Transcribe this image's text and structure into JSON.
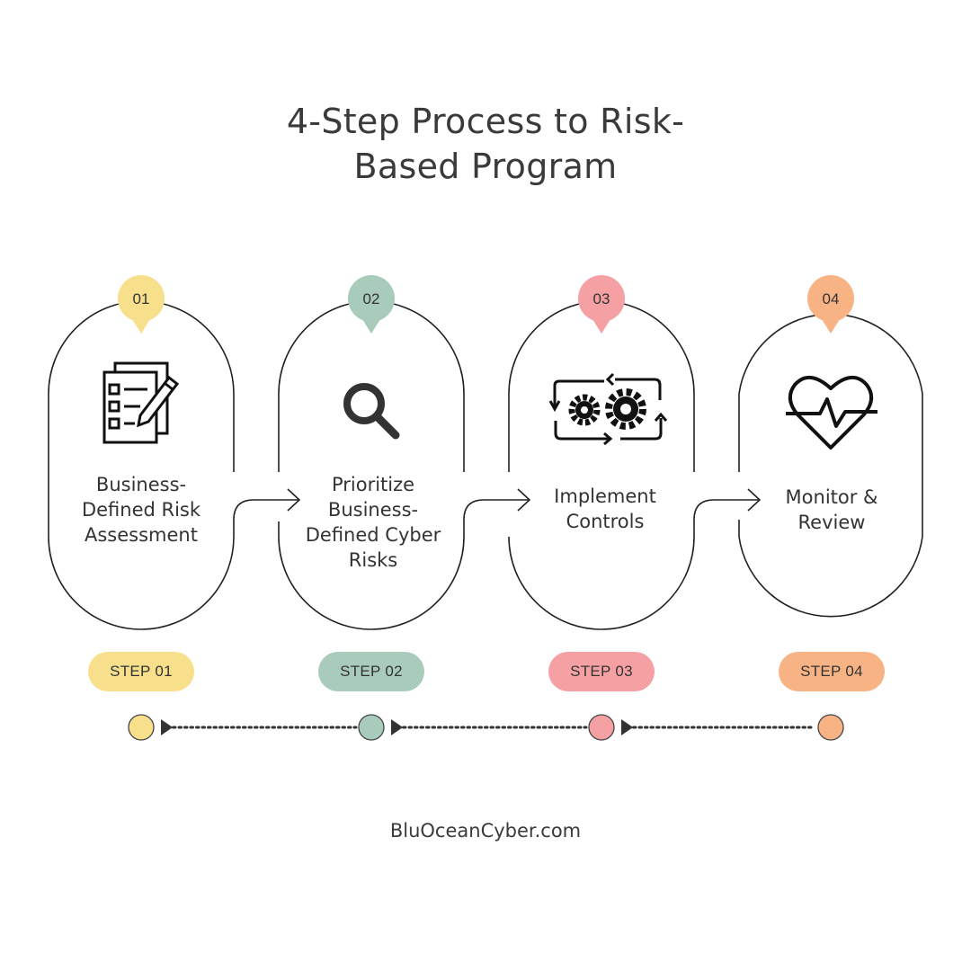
{
  "title": {
    "line1": "4-Step Process to Risk-",
    "line2": "Based Program"
  },
  "steps": [
    {
      "number": "01",
      "lines": [
        "Business-",
        "Defined Risk",
        "Assessment"
      ],
      "badge": "STEP 01",
      "color": "#f7df8c",
      "icon": "checklist-icon"
    },
    {
      "number": "02",
      "lines": [
        "Prioritize",
        "Business-",
        "Defined Cyber",
        "Risks"
      ],
      "badge": "STEP 02",
      "color": "#a9cbbb",
      "icon": "magnifier-icon"
    },
    {
      "number": "03",
      "lines": [
        "Implement",
        "Controls"
      ],
      "badge": "STEP 03",
      "color": "#f5a0a3",
      "icon": "gears-icon"
    },
    {
      "number": "04",
      "lines": [
        "Monitor &",
        "Review"
      ],
      "badge": "STEP 04",
      "color": "#f8b384",
      "icon": "heartbeat-icon"
    }
  ],
  "footer": "BluOceanCyber.com"
}
